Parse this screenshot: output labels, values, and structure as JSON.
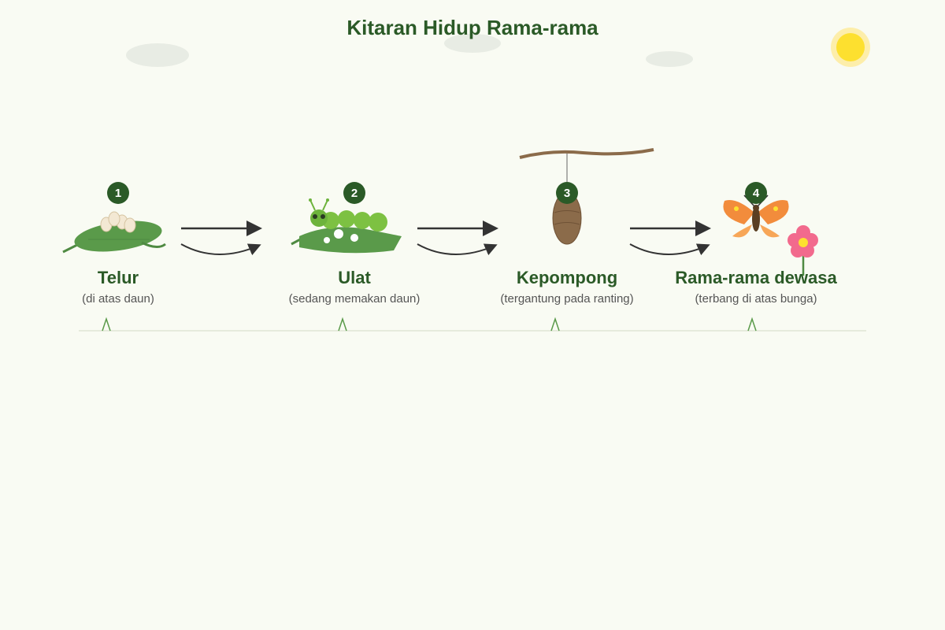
{
  "title": "Kitaran Hidup Rama-rama",
  "stages": [
    {
      "number": "1",
      "name": "Telur",
      "note": "(di atas daun)",
      "icon": "eggs-on-leaf-icon"
    },
    {
      "number": "2",
      "name": "Ulat",
      "note": "(sedang memakan daun)",
      "icon": "caterpillar-icon"
    },
    {
      "number": "3",
      "name": "Kepompong",
      "note": "(tergantung pada ranting)",
      "icon": "chrysalis-icon"
    },
    {
      "number": "4",
      "name": "Rama-rama dewasa",
      "note": "(terbang di atas bunga)",
      "icon": "butterfly-icon"
    }
  ],
  "colors": {
    "background": "#f9fbf3",
    "title": "#2b5a27",
    "badge": "#2b5a27",
    "leaf": "#5a9a4a",
    "caterpillar": "#7dc142",
    "chrysalis": "#8b6b4a",
    "butterfly_wing": "#f28c3c",
    "flower": "#f26a8d",
    "sun": "#fde02f",
    "arrow": "#333333"
  }
}
